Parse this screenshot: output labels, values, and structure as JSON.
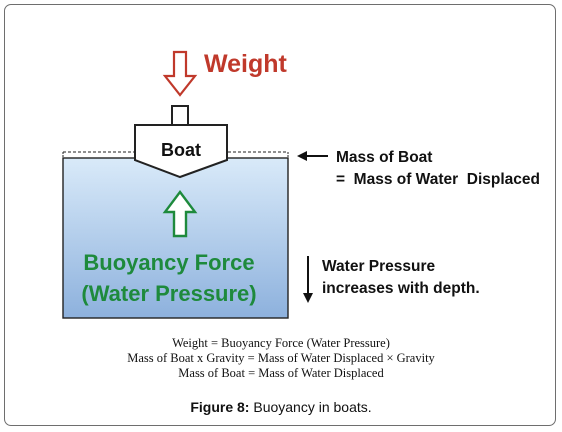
{
  "diagram": {
    "weight_label": "Weight",
    "boat_label": "Boat",
    "buoyancy_line1": "Buoyancy Force",
    "buoyancy_line2": "(Water Pressure)",
    "mass_line1": "Mass of Boat",
    "mass_line2": "=  Mass of Water  Displaced",
    "pressure_line1": "Water Pressure",
    "pressure_line2": "increases with depth.",
    "colors": {
      "weight": "#c0392b",
      "buoyancy": "#1e8a3c",
      "water_top": "#d6e8f8",
      "water_bottom": "#8fb3de"
    }
  },
  "equations": [
    "Weight = Buoyancy Force (Water Pressure)",
    "Mass of Boat x Gravity = Mass of Water Displaced × Gravity",
    "Mass of Boat = Mass of Water Displaced"
  ],
  "caption": {
    "label": "Figure 8:",
    "text": " Buoyancy in boats."
  }
}
